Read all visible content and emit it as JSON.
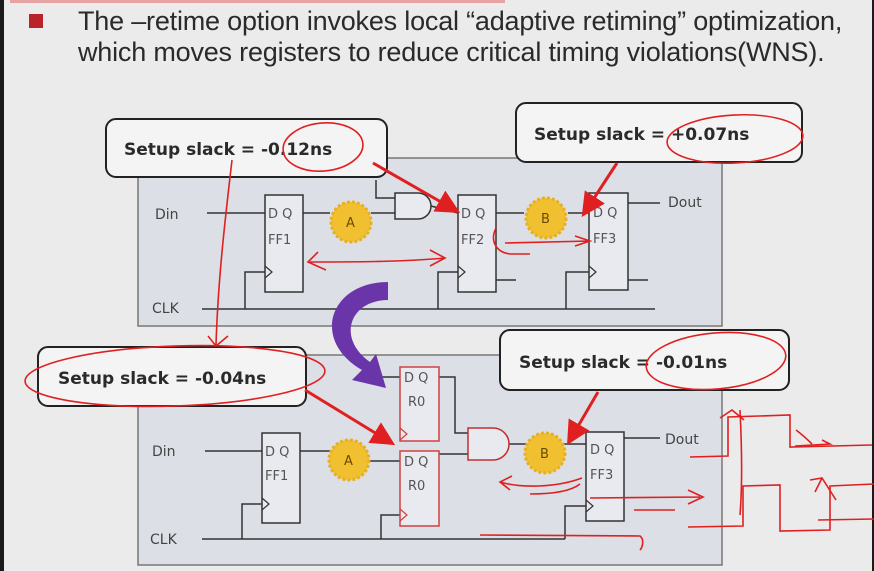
{
  "slide": {
    "bullet_text": "The –retime option invokes local “adaptive retiming” optimization, which moves registers to reduce critical timing violations(WNS).",
    "accent_color": "#b8242a",
    "annotation_color": "#e02020",
    "transform_arrow_color": "#6a35a8"
  },
  "before": {
    "inputs": {
      "din": "Din",
      "clk": "CLK"
    },
    "output": "Dout",
    "flops": [
      {
        "id": "FF1",
        "pins": "D Q"
      },
      {
        "id": "FF2",
        "pins": "D Q"
      },
      {
        "id": "FF3",
        "pins": "D Q"
      }
    ],
    "logic_clouds": [
      "A",
      "B"
    ],
    "callouts": [
      {
        "label": "Setup slack = ",
        "value": "-0.12ns"
      },
      {
        "label": "Setup slack = ",
        "value": "+0.07ns"
      }
    ]
  },
  "after": {
    "inputs": {
      "din": "Din",
      "clk": "CLK"
    },
    "output": "Dout",
    "flops": [
      {
        "id": "FF1",
        "pins": "D Q"
      },
      {
        "id": "R0",
        "pins": "D Q"
      },
      {
        "id": "R0",
        "pins": "D Q"
      },
      {
        "id": "FF3",
        "pins": "D Q"
      }
    ],
    "logic_clouds": [
      "A",
      "B"
    ],
    "callouts": [
      {
        "label": "Setup slack = ",
        "value": "-0.04ns"
      },
      {
        "label": "Setup slack = ",
        "value": "-0.01ns"
      }
    ]
  }
}
